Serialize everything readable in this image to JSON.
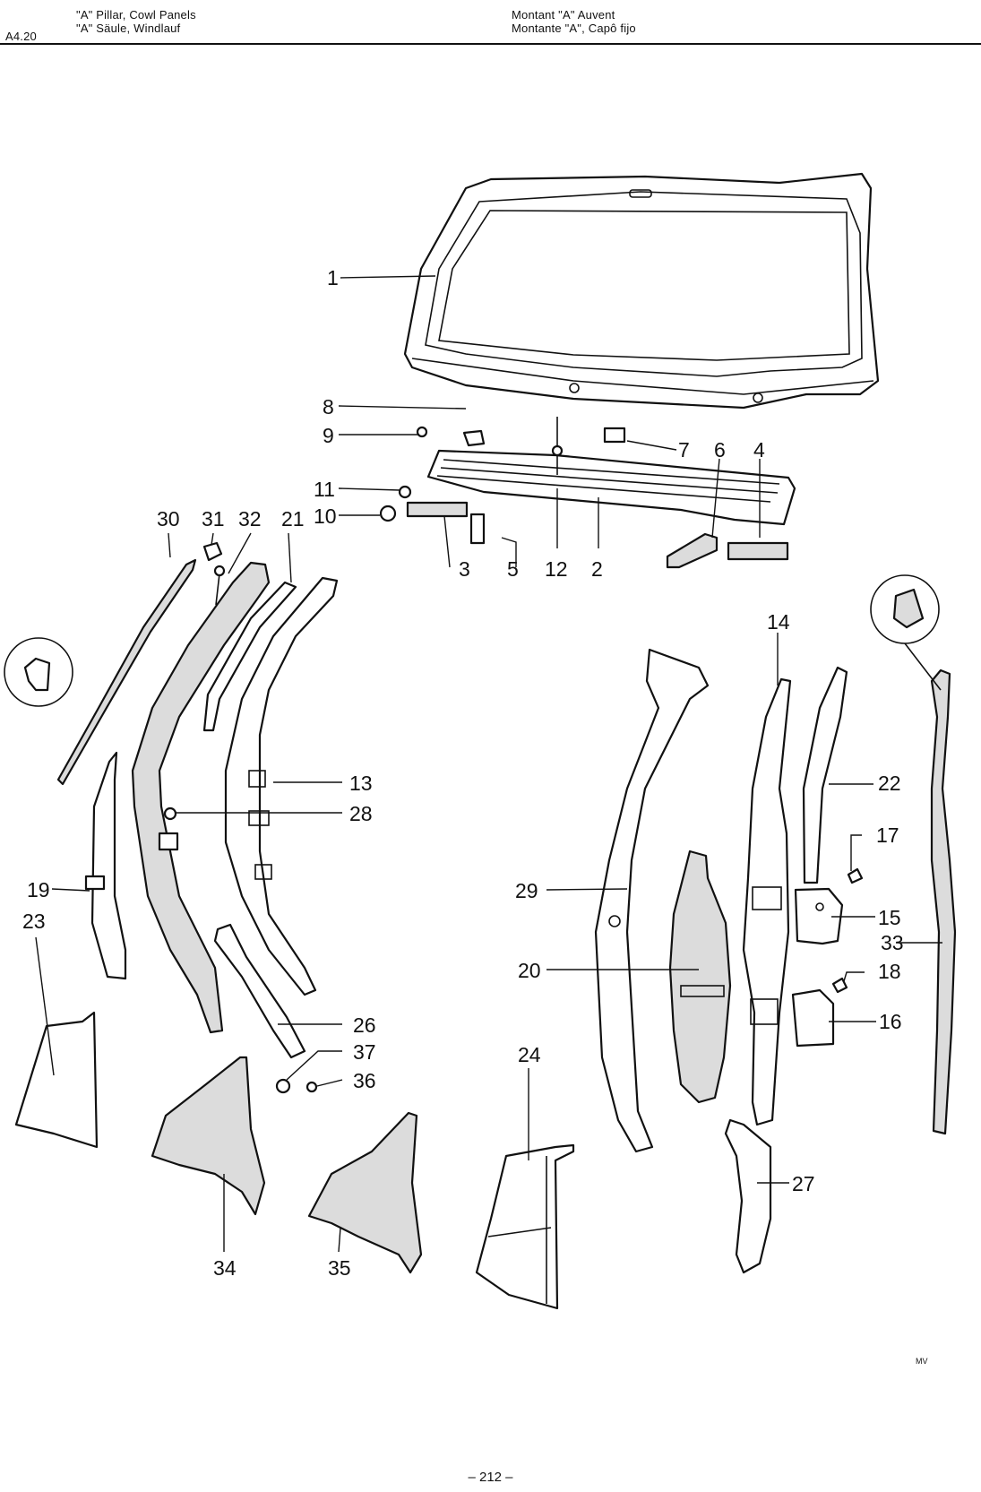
{
  "header": {
    "code": "A4.20",
    "left_line1": "\"A\" Pillar, Cowl Panels",
    "left_line2": "\"A\" Säule, Windlauf",
    "right_line1": "Montant \"A\" Auvent",
    "right_line2": "Montante \"A\", Capô fijo"
  },
  "callouts": {
    "c1": "1",
    "c2": "2",
    "c3": "3",
    "c4": "4",
    "c5": "5",
    "c6": "6",
    "c7": "7",
    "c8": "8",
    "c9": "9",
    "c10": "10",
    "c11": "11",
    "c12": "12",
    "c13": "13",
    "c14": "14",
    "c15": "15",
    "c16": "16",
    "c17": "17",
    "c18": "18",
    "c19": "19",
    "c20": "20",
    "c21": "21",
    "c22": "22",
    "c23": "23",
    "c24": "24",
    "c26": "26",
    "c27": "27",
    "c28": "28",
    "c29": "29",
    "c30": "30",
    "c31": "31",
    "c32": "32",
    "c33": "33",
    "c34": "34",
    "c35": "35",
    "c36": "36",
    "c37": "37"
  },
  "footer": {
    "page_number": "– 212 –",
    "initials": "MV"
  }
}
